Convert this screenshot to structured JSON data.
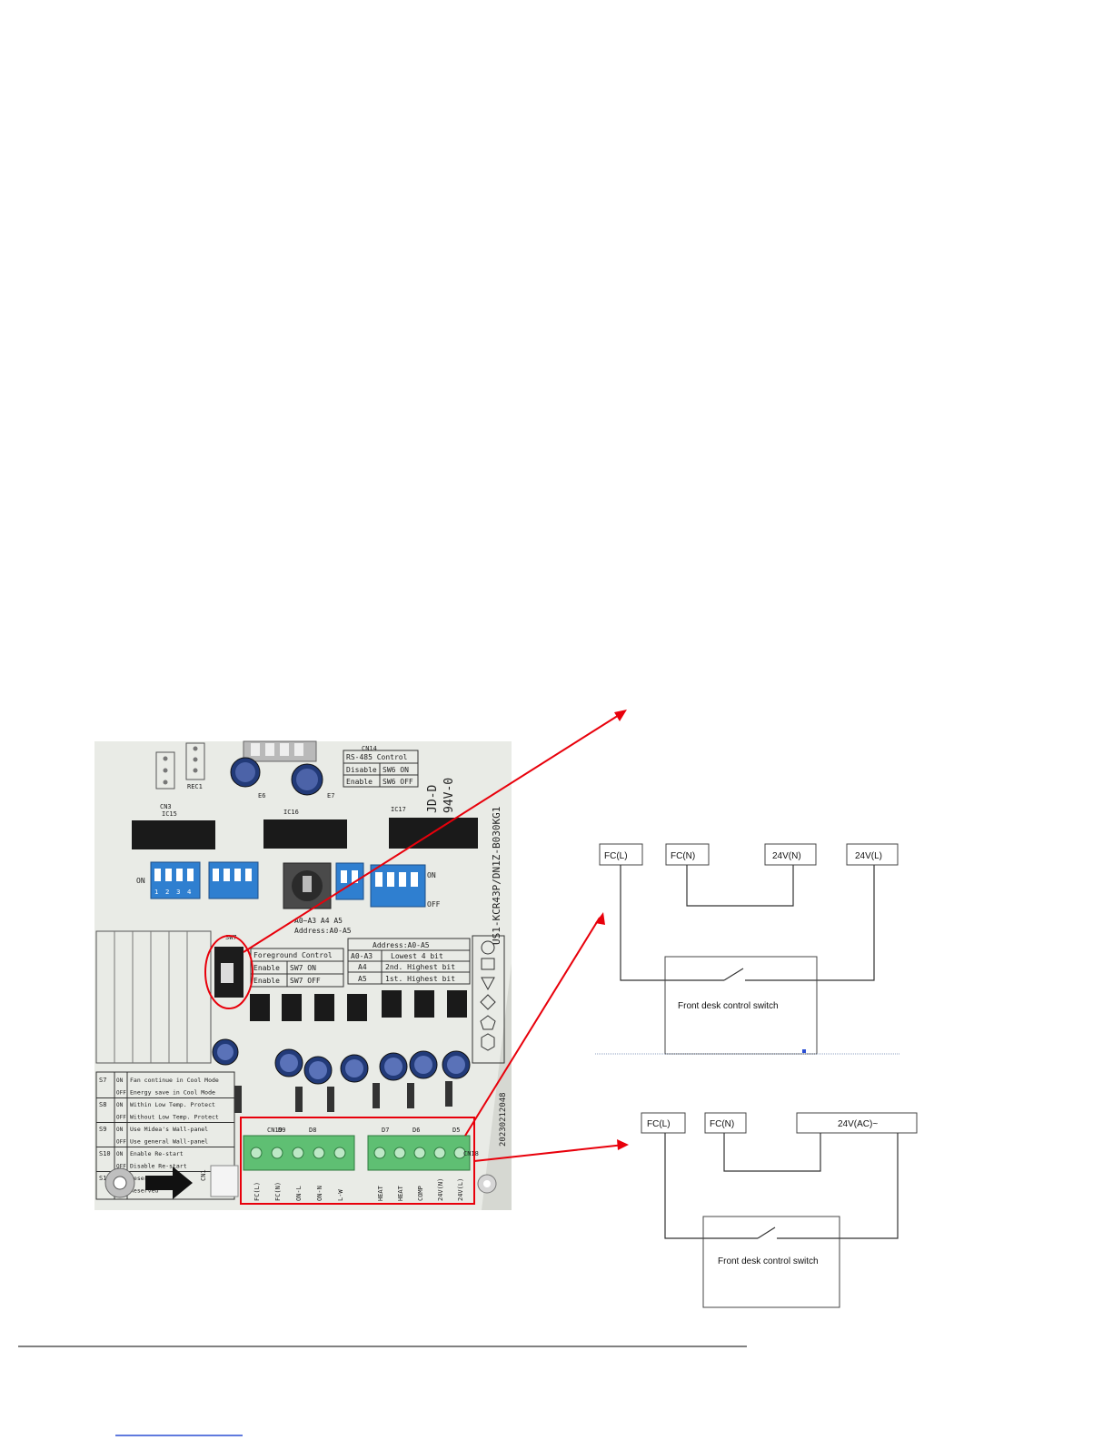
{
  "colors": {
    "annotation": "#e8000b",
    "pcb": "#e9ebe6",
    "dip": "#2f7fd0",
    "terminal": "#5fbf73",
    "footer_link": "#2b4fd4"
  },
  "pcb": {
    "cn14": "CN14",
    "rs485_title": "RS-485 Control",
    "rs485_rows": [
      [
        "Disable",
        "SW6 ON"
      ],
      [
        "Enable",
        "SW6 OFF"
      ]
    ],
    "brand": "JD-D",
    "rating": "94V-0",
    "board_code": "US1-KCR43P/DN1Z-B030KG1",
    "rec1": "REC1",
    "cn3": "CN3",
    "ic15": "IC15",
    "ic16": "IC16",
    "ic17": "IC17",
    "e6": "E6",
    "e7": "E7",
    "sw7": "SW7",
    "on": "ON",
    "off": "OFF",
    "dip_numbers": [
      "1",
      "2",
      "3",
      "4"
    ],
    "addr_short": "A0~A3  A4 A5",
    "addr_label": "Address:A0-A5",
    "foreground": [
      [
        "Foreground Control",
        ""
      ],
      [
        "Enable",
        "SW7 ON"
      ],
      [
        "Enable",
        "SW7 OFF"
      ]
    ],
    "address_table": [
      [
        "Address:A0-A5",
        ""
      ],
      [
        "A0-A3",
        "Lowest 4 bit"
      ],
      [
        "A4",
        "2nd. Highest bit"
      ],
      [
        "A5",
        "1st. Highest bit"
      ]
    ],
    "switch_table": [
      [
        "S7",
        "ON",
        "Fan continue in Cool Mode"
      ],
      [
        "",
        "OFF",
        "Energy save in Cool Mode"
      ],
      [
        "S8",
        "ON",
        "Within Low Temp. Protect"
      ],
      [
        "",
        "OFF",
        "Without Low Temp. Protect"
      ],
      [
        "S9",
        "ON",
        "Use Midea's Wall-panel"
      ],
      [
        "",
        "OFF",
        "Use general Wall-panel"
      ],
      [
        "S10",
        "ON",
        "Enable Re-start"
      ],
      [
        "",
        "OFF",
        "Disable Re-start"
      ],
      [
        "S11",
        "ON",
        "Reserved"
      ],
      [
        "",
        "OFF",
        "Reserved"
      ]
    ],
    "cn19": "CN19",
    "cn1": "CN1",
    "cn18": "CN18",
    "diodes": [
      "D9",
      "D8",
      "D7",
      "D6",
      "D5"
    ],
    "left_terminals": [
      "FC(L)",
      "FC(N)",
      "ON-L",
      "ON-N",
      "L-W"
    ],
    "right_terminals": [
      "HEAT",
      "HEAT",
      "COMP",
      "24V(N)",
      "24V(L)"
    ],
    "date_code": "20230212048"
  },
  "diagram1": {
    "terminals": [
      "FC(L)",
      "FC(N)",
      "24V(N)",
      "24V(L)"
    ],
    "switch_label": "Front desk control switch"
  },
  "diagram2": {
    "terminals": [
      "FC(L)",
      "FC(N)",
      "24V(AC)~"
    ],
    "switch_label": "Front desk control switch"
  }
}
